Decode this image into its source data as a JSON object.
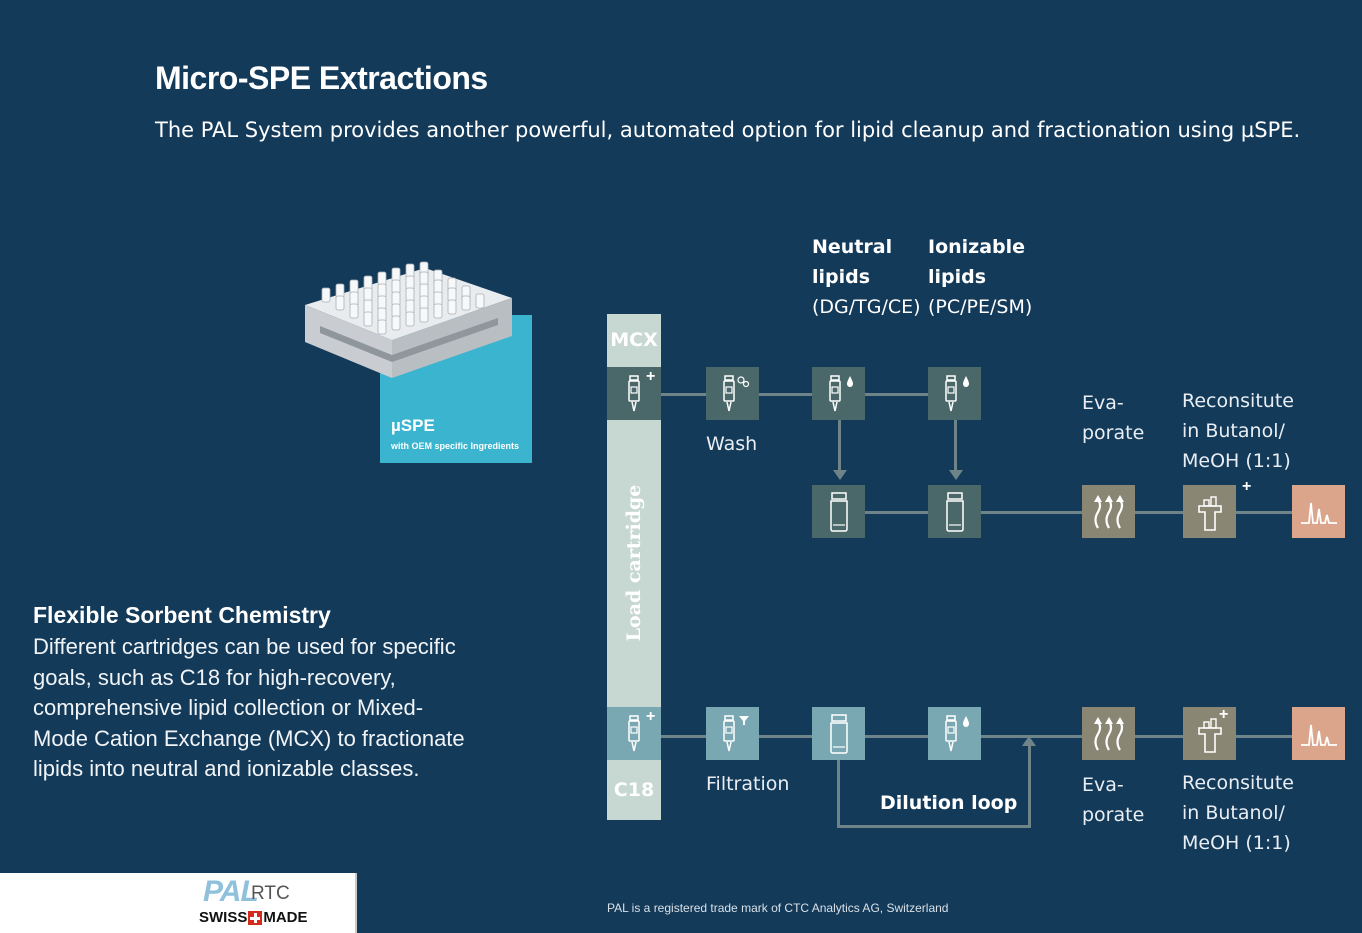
{
  "title": "Micro-SPE Extractions",
  "subtitle": "The PAL System provides another powerful, automated option for lipid cleanup and fractionation using µSPE.",
  "product": {
    "name": "µSPE",
    "tagline": "with OEM specific Ingredients"
  },
  "left_text": {
    "heading": "Flexible Sorbent Chemistry",
    "body": "Different cartridges can be used for specific goals, such as C18 for high-recovery, comprehensive lipid collection or Mixed-Mode Cation Exchange (MCX) to fractionate lipids into neutral and ionizable classes."
  },
  "diagram": {
    "mcx_label": "MCX",
    "c18_label": "C18",
    "load_label": "Load cartridge",
    "neutral": {
      "line1": "Neutral",
      "line2": "lipids",
      "line3": "(DG/TG/CE)"
    },
    "ionizable": {
      "line1": "Ionizable",
      "line2": "lipids",
      "line3": "(PC/PE/SM)"
    },
    "wash_label": "Wash",
    "filtration_label": "Filtration",
    "dilution_label": "Dilution loop",
    "evap": {
      "line1": "Eva-",
      "line2": "porate"
    },
    "recon": {
      "line1": "Reconsitute",
      "line2": "in Butanol/",
      "line3": "MeOH (1:1)"
    },
    "plus": "+",
    "colors": {
      "dark_box": "#4a6869",
      "light_box": "#79a8b2",
      "evap_box": "#8a8674",
      "peak_box": "#dba58c"
    }
  },
  "footer": "PAL is a registered trade mark of CTC Analytics AG, Switzerland",
  "logo": {
    "brand": "PAL",
    "model": "RTC",
    "swiss": "SWISS",
    "made": "MADE"
  }
}
